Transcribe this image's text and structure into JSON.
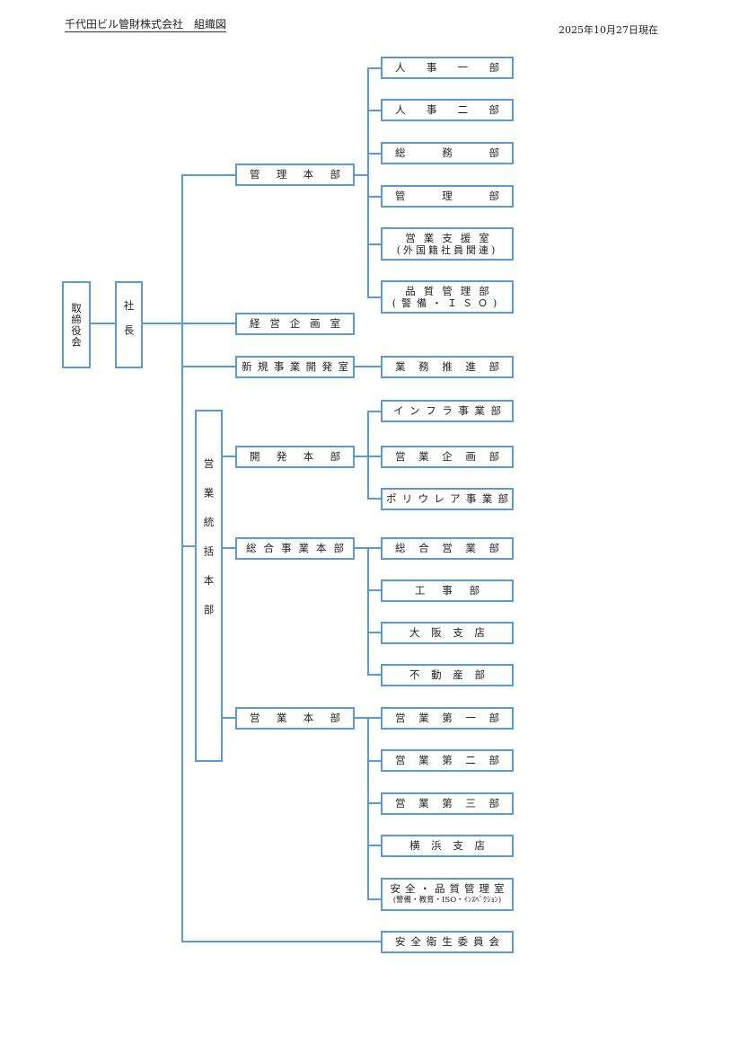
{
  "header": {
    "title": "千代田ビル管財株式会社　組織図",
    "date": "2025年10月27日現在"
  },
  "colors": {
    "line": "#5b9bd5",
    "text": "#222222"
  },
  "top": {
    "board": "取締役会",
    "president": "社長"
  },
  "level2": {
    "kanri_honbu": "管理本部",
    "keiei_kikaku": "経営企画室",
    "shinki_jigyo": "新規事業開発室",
    "eigyo_tokatsu": "営業統括本部",
    "kaihatsu_honbu": "開発本部",
    "sogo_jigyo_honbu": "総合事業本部",
    "eigyo_honbu": "営業本部",
    "anzen_eisei": "安全衛生委員会"
  },
  "kanri_children": [
    {
      "label": "人事一部"
    },
    {
      "label": "人事二部"
    },
    {
      "label": "総務部"
    },
    {
      "label": "管理部"
    },
    {
      "label": "営業支援室",
      "sub": "(外国籍社員関連)"
    },
    {
      "label": "品質管理部",
      "sub": "(警備・ＩＳＯ)"
    }
  ],
  "shinki_children": [
    {
      "label": "業務推進部"
    }
  ],
  "kaihatsu_children": [
    {
      "label": "インフラ事業部"
    },
    {
      "label": "営業企画部"
    },
    {
      "label": "ポリウレア事業部"
    }
  ],
  "sogo_children": [
    {
      "label": "総合営業部"
    },
    {
      "label": "工事部"
    },
    {
      "label": "大阪支店"
    },
    {
      "label": "不動産部"
    }
  ],
  "eigyo_children": [
    {
      "label": "営業第一部"
    },
    {
      "label": "営業第二部"
    },
    {
      "label": "営業第三部"
    },
    {
      "label": "横浜支店"
    },
    {
      "label": "安全・品質管理室",
      "sub": "(警備・教育・ISO・ｲﾝｽﾍﾟｸｼｮﾝ)"
    }
  ]
}
